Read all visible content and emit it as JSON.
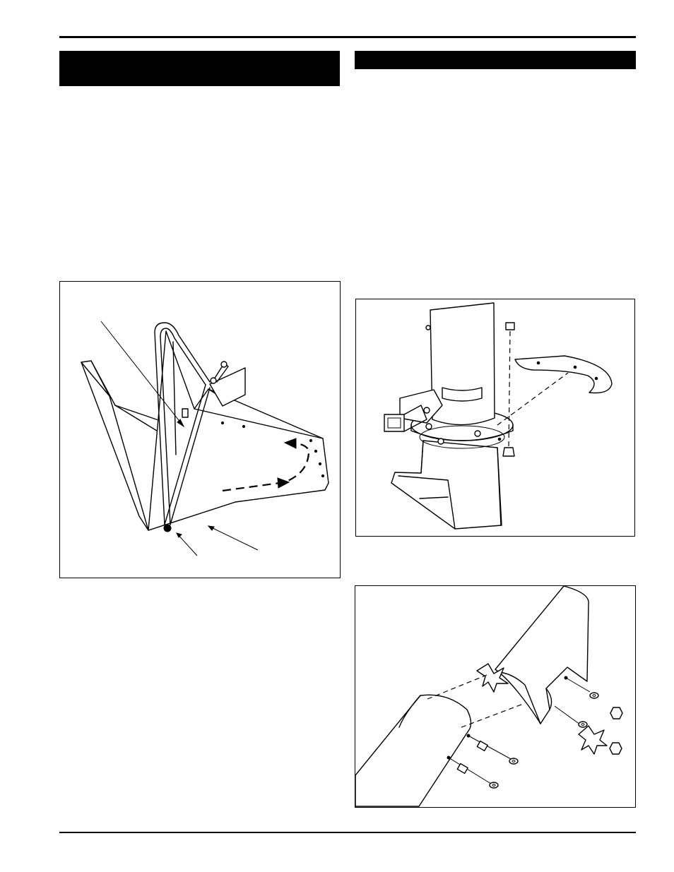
{
  "page": {
    "left_banner_text": "",
    "right_banner_text": ""
  },
  "figures": [
    {
      "id": "chute-deflector-handle",
      "callouts": []
    },
    {
      "id": "chute-flange-assembly",
      "callouts": []
    },
    {
      "id": "chute-extension-assembly",
      "callouts": []
    }
  ],
  "icons": [
    "bolt-icon",
    "nut-icon",
    "washer-icon",
    "knob-icon"
  ]
}
